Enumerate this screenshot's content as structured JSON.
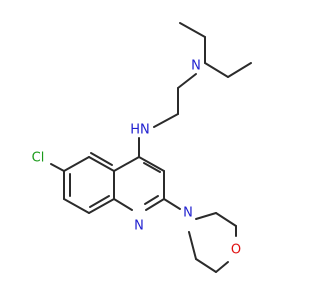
{
  "molecule": {
    "atoms": {
      "n_amine": {
        "text": "N",
        "color": "#2020d0"
      },
      "nh": {
        "text": "HN",
        "color": "#2020d0"
      },
      "cl": {
        "text": "Cl",
        "color": "#1a9a1a"
      },
      "n_ring": {
        "text": "N",
        "color": "#2020d0"
      },
      "n_morph": {
        "text": "N",
        "color": "#2020d0"
      },
      "o_morph": {
        "text": "O",
        "color": "#e01010"
      }
    },
    "bond_color": "#2b2b2b"
  }
}
